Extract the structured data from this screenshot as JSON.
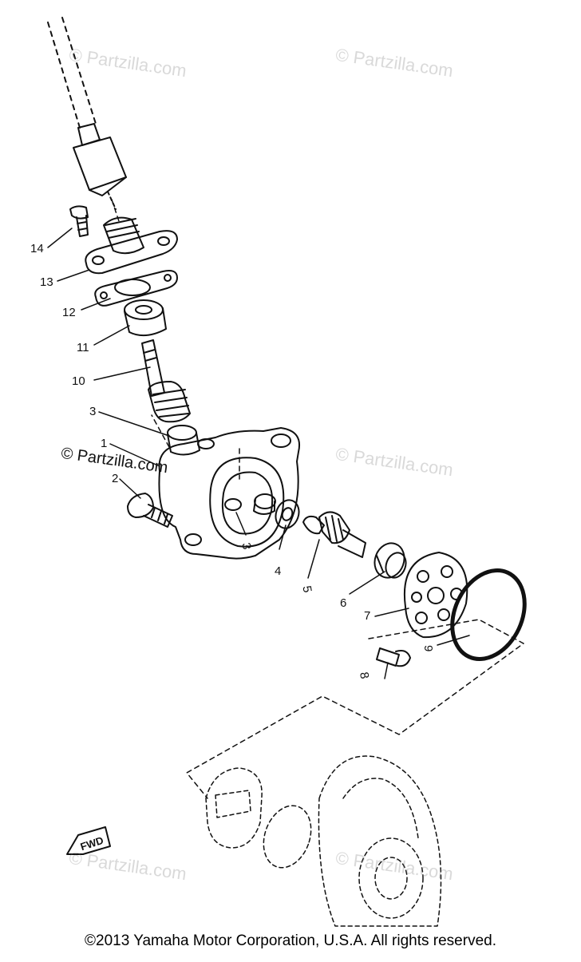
{
  "watermark": "© Partzilla.com",
  "fwd_label": "FWD",
  "copyright": "©2013  Yamaha Motor Corporation, U.S.A. All rights reserved.",
  "callouts": [
    "1",
    "2",
    "3",
    "3",
    "4",
    "5",
    "6",
    "7",
    "8",
    "9",
    "10",
    "11",
    "12",
    "13",
    "14"
  ]
}
